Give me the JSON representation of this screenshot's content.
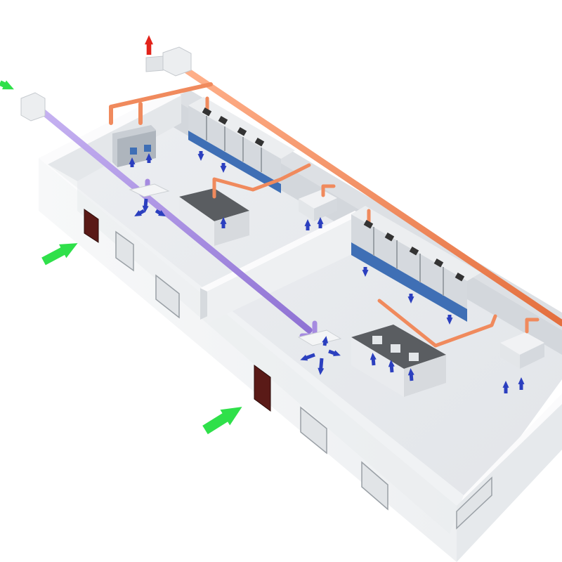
{
  "scene": {
    "kind": "isometric-laboratory-ventilation-diagram",
    "rooms": [
      "lab-room-upper",
      "lab-room-lower"
    ],
    "fume_hoods_upper": 5,
    "fume_hoods_lower": 5,
    "lab_benches": 2,
    "doors": 2,
    "windows": 4
  },
  "colors": {
    "background": "#ffffff",
    "floor": "#e9ebee",
    "wall_outer": "#f4f5f6",
    "wall_shadow": "#d8dbdf",
    "wall_top": "#fbfbfc",
    "exhaust_duct": "#f08a5d",
    "exhaust_duct_dark": "#d96b3f",
    "supply_duct": "#a68be0",
    "supply_duct_dark": "#7f63c4",
    "fume_hood_body": "#d9dde2",
    "fume_hood_panel": "#3f6fb5",
    "bench_top": "#5a5d61",
    "door": "#5a1a17",
    "fresh_air_arrow": "#2fe04a",
    "exhaust_arrow": "#e2231a",
    "airflow_arrow": "#2b3fbf",
    "fan_box": "#eceef0"
  },
  "icons": {
    "fresh_air": "green-arrow-icon",
    "exhaust": "red-arrow-icon",
    "airflow": "blue-airflow-arrow-icon",
    "fan": "fan-box-icon"
  }
}
